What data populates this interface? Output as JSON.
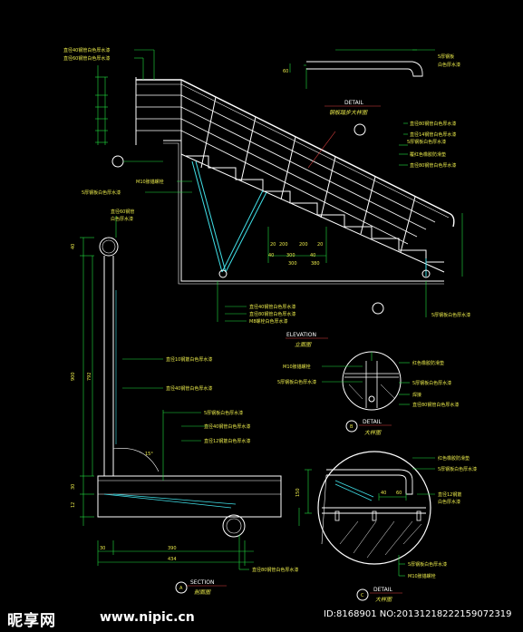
{
  "colors": {
    "background": "#000000",
    "line_white": "#ffffff",
    "line_green": "#20e040",
    "line_cyan": "#40e0e8",
    "text_yellow": "#e8e84a",
    "line_red": "#e04040"
  },
  "labels": {
    "top_left_1": "直径40钢管白色厚水漆",
    "top_left_2": "直径60钢管白色厚水漆",
    "detail_steel": "5厚钢板",
    "detail_paint": "白色厚水漆",
    "detail_dim": "60",
    "detail_title": "DETAIL",
    "detail_title_cn": "钢板踏步大样图",
    "right_1": "直径80钢管白色厚水漆",
    "right_2": "直径14钢管白色厚水漆",
    "right_3": "5厚钢板白色厚水漆",
    "right_4": "覆红色橡胶防滑垫",
    "right_5": "直径80钢管白色厚水漆",
    "mid_1": "M10胀锚螺栓",
    "mid_2": "5厚钢板白色厚水漆",
    "left_pipe_1": "直径60钢管",
    "left_pipe_2": "白色厚水漆",
    "left_pipe_3": "直径10钢筋白色厚水漆",
    "left_pipe_4": "直径40钢管白色厚水漆",
    "bottom_1": "直径40钢管白色厚水漆",
    "bottom_2": "直径80钢管白色厚水漆",
    "bottom_3": "M8螺栓白色厚水漆",
    "elev_title": "ELEVATION",
    "elev_title_cn": "立面图",
    "detail_b_1": "红色橡胶防滑垫",
    "detail_b_2": "M10胀锚螺栓",
    "detail_b_3": "5厚钢板白色厚水漆",
    "detail_b_4": "5厚钢板白色厚水漆",
    "detail_b_5": "焊接",
    "detail_b_6": "直径80钢管白色厚水漆",
    "detail_b_title": "DETAIL",
    "detail_b_title_cn": "大样图",
    "section_1": "5厚钢板白色厚水漆",
    "section_2": "直径40钢管白色厚水漆",
    "section_3": "直径12钢筋白色厚水漆",
    "section_4": "直径80钢管白色厚水漆",
    "section_title": "SECTION",
    "section_title_cn": "剖面图",
    "detail_c_1": "红色橡胶防滑垫",
    "detail_c_2": "5厚钢板白色厚水漆",
    "detail_c_3": "直径12钢筋",
    "detail_c_4": "白色厚水漆",
    "detail_c_5": "5厚钢板白色厚水漆",
    "detail_c_6": "M10胀锚螺栓",
    "detail_c_title": "DETAIL",
    "detail_c_title_cn": "大样图",
    "marker_a": "A",
    "marker_b": "B",
    "marker_c": "C"
  },
  "dims": {
    "left_900": "900",
    "left_792": "792",
    "left_40": "40",
    "left_30": "30",
    "left_12": "12",
    "bottom_390": "390",
    "bottom_434": "434",
    "bottom_30": "30",
    "elev_20a": "20",
    "elev_200a": "200",
    "elev_200b": "200",
    "elev_20b": "20",
    "elev_40a": "40",
    "elev_300a": "300",
    "elev_40b": "40",
    "elev_300b": "300",
    "elev_380": "380",
    "detail_c_40": "40",
    "detail_c_60": "60",
    "detail_c_150": "150",
    "angle_15": "15°"
  },
  "watermark": {
    "brand": "昵享网",
    "url": "www.nipic.cn",
    "id": "ID:8168901 NO:20131218222159072319"
  }
}
